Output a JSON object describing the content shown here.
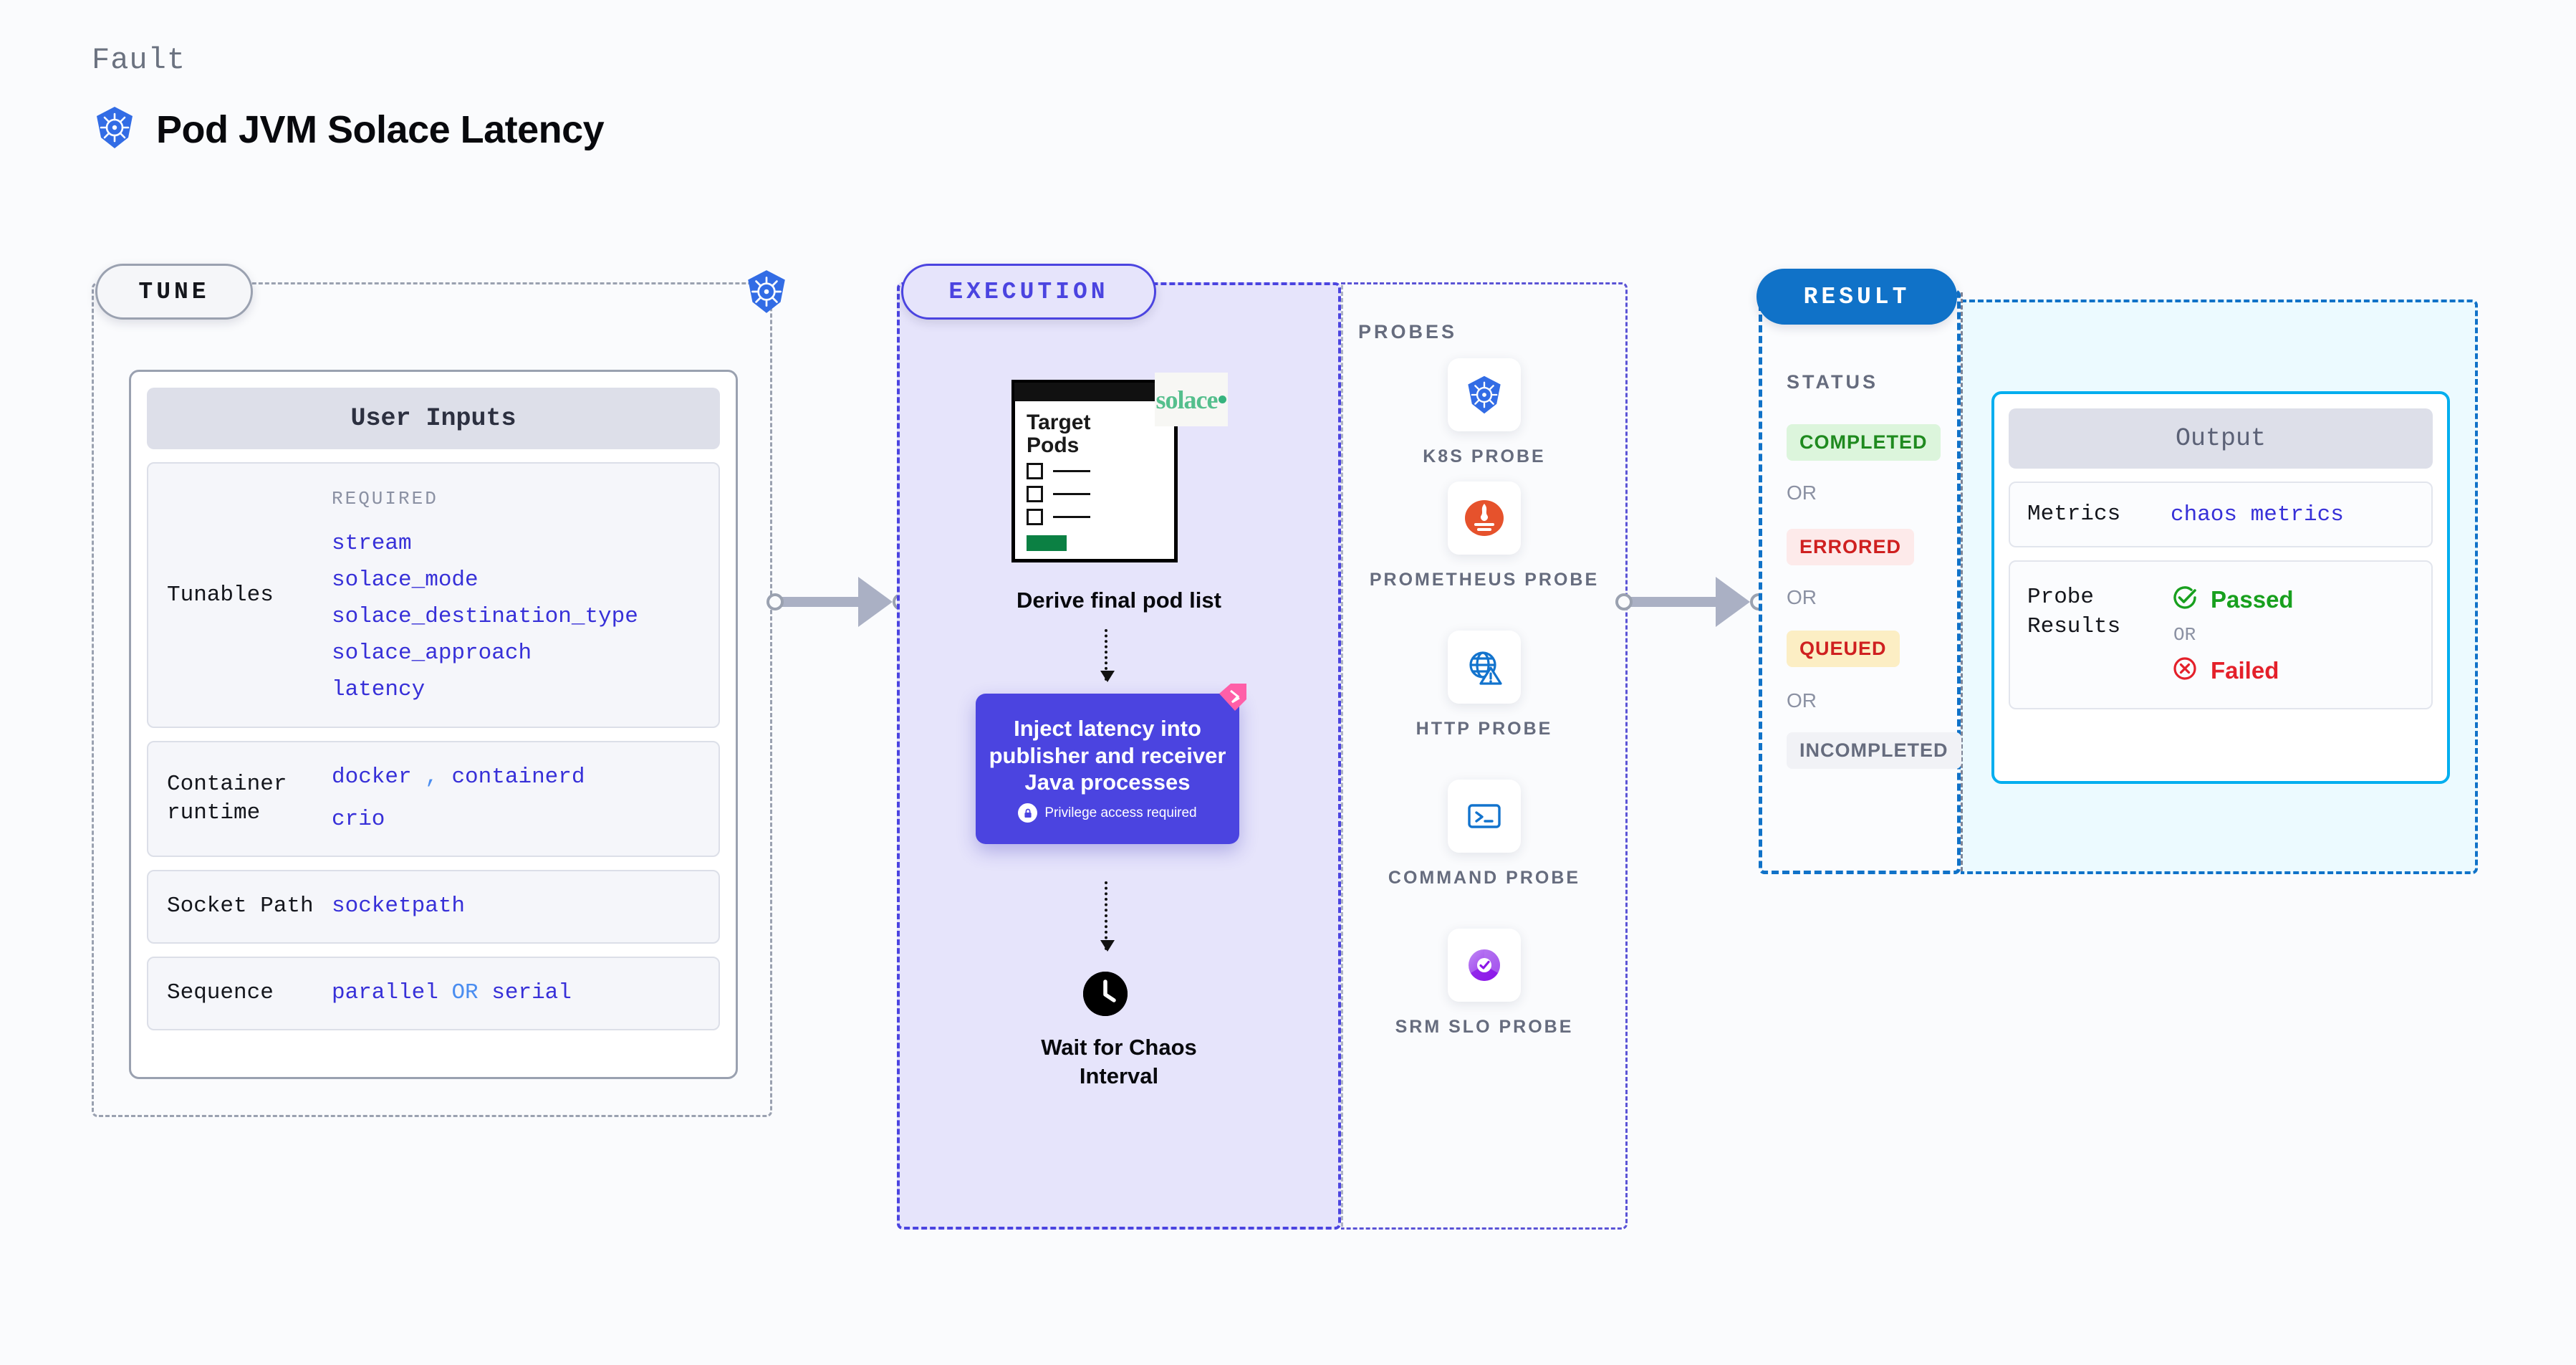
{
  "header": {
    "kicker": "Fault",
    "title": "Pod JVM Solace Latency",
    "icon": "kubernetes-icon"
  },
  "tune": {
    "pill_label": "TUNE",
    "badge_icon": "kubernetes-icon",
    "card_title": "User Inputs",
    "required_label": "REQUIRED",
    "tunables_key": "Tunables",
    "tunables": [
      "stream",
      "solace_mode",
      "solace_destination_type",
      "solace_approach",
      "latency"
    ],
    "rows": [
      {
        "key": "Container runtime",
        "values": [
          "docker",
          "containerd",
          "crio"
        ],
        "separator": ","
      },
      {
        "key": "Socket Path",
        "values": [
          "socketpath"
        ]
      },
      {
        "key": "Sequence",
        "values": [
          "parallel",
          "serial"
        ],
        "separator": "OR"
      }
    ]
  },
  "execution": {
    "pill_label": "EXECUTION",
    "pods_doc": {
      "title_line1": "Target",
      "title_line2": "Pods",
      "brand": "solace",
      "checkbox_count": 3
    },
    "derive_caption": "Derive final pod list",
    "inject": {
      "text": "Inject latency into publisher and receiver Java processes",
      "privilege_note": "Privilege access required",
      "privilege_icon": "lock-icon",
      "ribbon_icon": "ribbon-icon",
      "color": "#4b44e0"
    },
    "wait": {
      "icon": "clock-icon",
      "caption_line1": "Wait for Chaos",
      "caption_line2": "Interval"
    }
  },
  "probes": {
    "title": "PROBES",
    "items": [
      {
        "label": "K8S PROBE",
        "icon": "kubernetes-icon"
      },
      {
        "label": "PROMETHEUS PROBE",
        "icon": "prometheus-icon"
      },
      {
        "label": "HTTP PROBE",
        "icon": "http-globe-warning-icon"
      },
      {
        "label": "COMMAND PROBE",
        "icon": "terminal-icon"
      },
      {
        "label": "SRM SLO PROBE",
        "icon": "srm-slo-icon"
      }
    ]
  },
  "result": {
    "pill_label": "RESULT",
    "status_title": "STATUS",
    "or_label": "OR",
    "statuses": [
      {
        "label": "COMPLETED",
        "bg": "#dcf5dc",
        "fg": "#1f8a1f"
      },
      {
        "label": "ERRORED",
        "bg": "#fdeaea",
        "fg": "#cf2020"
      },
      {
        "label": "QUEUED",
        "bg": "#fceec4",
        "fg": "#cf2020"
      },
      {
        "label": "INCOMPLETED",
        "bg": "#f1f2f6",
        "fg": "#666c7e"
      }
    ]
  },
  "output": {
    "card_title": "Output",
    "metrics_key": "Metrics",
    "metrics_value": "chaos metrics",
    "probe_results_key": "Probe Results",
    "passed_label": "Passed",
    "failed_label": "Failed",
    "or_label": "OR",
    "passed_color": "#18a01e",
    "failed_color": "#e4202a",
    "passed_icon": "check-circle-icon",
    "failed_icon": "x-circle-icon"
  },
  "colors": {
    "accent_indigo": "#4b44e0",
    "accent_blue": "#1072c8",
    "kubernetes_blue": "#326ce5",
    "connector_gray": "#aab0c4"
  }
}
